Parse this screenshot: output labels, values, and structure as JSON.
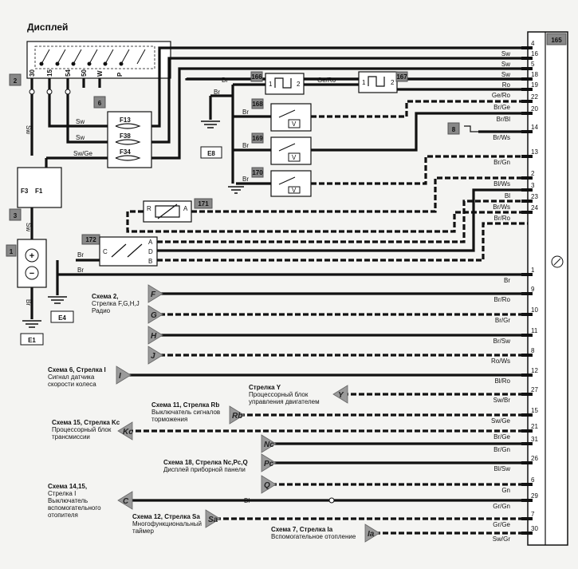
{
  "title": "Дисплей",
  "component_numbers": [
    "165",
    "166",
    "167",
    "168",
    "169",
    "170",
    "171",
    "172",
    "1",
    "2",
    "3",
    "6",
    "8"
  ],
  "ground_labels": [
    "E1",
    "E4",
    "E8"
  ],
  "fuses": [
    "F13",
    "F38",
    "F34",
    "F3",
    "F1"
  ],
  "ignition_terminals": [
    "30",
    "15",
    "54",
    "50",
    "W",
    "P"
  ],
  "relay_pins": [
    "1",
    "2",
    "1",
    "2",
    "A",
    "B",
    "C",
    "D",
    "A",
    "R",
    "V"
  ],
  "battery_symbols": [
    "+",
    "−"
  ],
  "local_wire_labels": [
    "Sw",
    "Sw",
    "Sw",
    "Sw/Ge",
    "Sw",
    "Br",
    "Br",
    "Br",
    "Br",
    "Br",
    "Br",
    "Br",
    "Br",
    "Br",
    "Ge/Ro",
    "Bl"
  ],
  "connector_rows": [
    {
      "pin": "4",
      "color": "Sw"
    },
    {
      "pin": "16",
      "color": "Sw"
    },
    {
      "pin": "5",
      "color": "Sw"
    },
    {
      "pin": "18",
      "color": "Ro"
    },
    {
      "pin": "19",
      "color": "Ge/Ro"
    },
    {
      "pin": "22",
      "color": "Br/Ge"
    },
    {
      "pin": "20",
      "color": "Br/Bl"
    },
    {
      "pin": "14",
      "color": "Br/Ws"
    },
    {
      "pin": "13",
      "color": "Br/Gn"
    },
    {
      "pin": "2",
      "color": "Bl/Ws"
    },
    {
      "pin": "3",
      "color": "Bl"
    },
    {
      "pin": "23",
      "color": "Br/Ws"
    },
    {
      "pin": "24",
      "color": "Br/Ro"
    },
    {
      "pin": "1",
      "color": "Br"
    },
    {
      "pin": "9",
      "color": "Br/Ro"
    },
    {
      "pin": "10",
      "color": "Br/Gr"
    },
    {
      "pin": "11",
      "color": "Br/Sw"
    },
    {
      "pin": "8",
      "color": "Ro/Ws"
    },
    {
      "pin": "12",
      "color": "Bl/Ro"
    },
    {
      "pin": "27",
      "color": "Sw/Br"
    },
    {
      "pin": "15",
      "color": "Sw/Ge"
    },
    {
      "pin": "21",
      "color": "Br/Ge"
    },
    {
      "pin": "31",
      "color": "Br/Gn"
    },
    {
      "pin": "26",
      "color": "Bl/Sw"
    },
    {
      "pin": "6",
      "color": "Gn"
    },
    {
      "pin": "29",
      "color": "Gr/Gn"
    },
    {
      "pin": "7",
      "color": "Gr/Ge"
    },
    {
      "pin": "30",
      "color": "Sw/Gr"
    }
  ],
  "arrows": [
    "F",
    "G",
    "H",
    "J",
    "I",
    "Y",
    "Rb",
    "Kc",
    "Nc",
    "Pc",
    "Q",
    "C",
    "Sa",
    "Ia"
  ],
  "notes": [
    [
      "Схема 2,",
      "Стрелка F,G,H,J",
      "Радио"
    ],
    [
      "Схема 6, Стрелка I",
      "Сигнал датчика",
      "скорости колеса"
    ],
    [
      "Стрелка Y",
      "Процессорный блок",
      "управления двигателем"
    ],
    [
      "Схема 11, Стрелка Rb",
      "Выключатель сигналов",
      "торможения"
    ],
    [
      "Схема 15, Стрелка Kc",
      "Процессорный блок",
      "трансмиссии"
    ],
    [
      "Схема 18, Стрелка Nc,Pc,Q",
      "Дисплей приборной панели"
    ],
    [
      "Схема 14,15,",
      "Стрелка I",
      "Выключатель",
      "вспомогательного",
      "отопителя"
    ],
    [
      "Схема 12, Стрелка Sa",
      "Многофункциональный",
      "таймер"
    ],
    [
      "Схема 7, Стрелка Ia",
      "Вспомогательное отопление"
    ]
  ]
}
